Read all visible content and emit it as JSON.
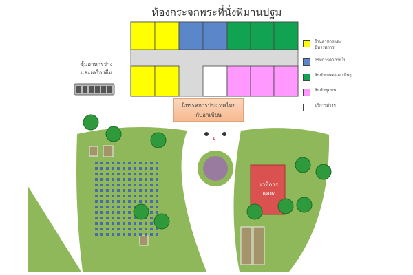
{
  "title": "ห้องกระจกพระที่นั่งพิมานปฐม",
  "snack_kiosk": {
    "line1": "ซุ้มอาหารว่าง",
    "line2": "และเครื่องดื่ม"
  },
  "exhibition": {
    "line1": "นิทรรศการประเทศไทย",
    "line2": "กับอาเซียน"
  },
  "stage": {
    "line1": "เวทีการ",
    "line2": "แสดง"
  },
  "legend": [
    {
      "label": "ร้านอาหารและนิทรรศการ",
      "color": "#ffff00"
    },
    {
      "label": "กรมการค้าภายใน",
      "color": "#5b86c9"
    },
    {
      "label": "สินค้าเกษตรและอื่นๆ",
      "color": "#12a352"
    },
    {
      "label": "สินค้าชุมชน",
      "color": "#ff99ff"
    },
    {
      "label": "บริการต่างๆ",
      "color": "#ffffff"
    }
  ],
  "colors": {
    "lawn": "#8fb85a",
    "booth_gray": "#d9d9d9",
    "stage": "#d9524f",
    "exhibit": "#f7b98e"
  }
}
